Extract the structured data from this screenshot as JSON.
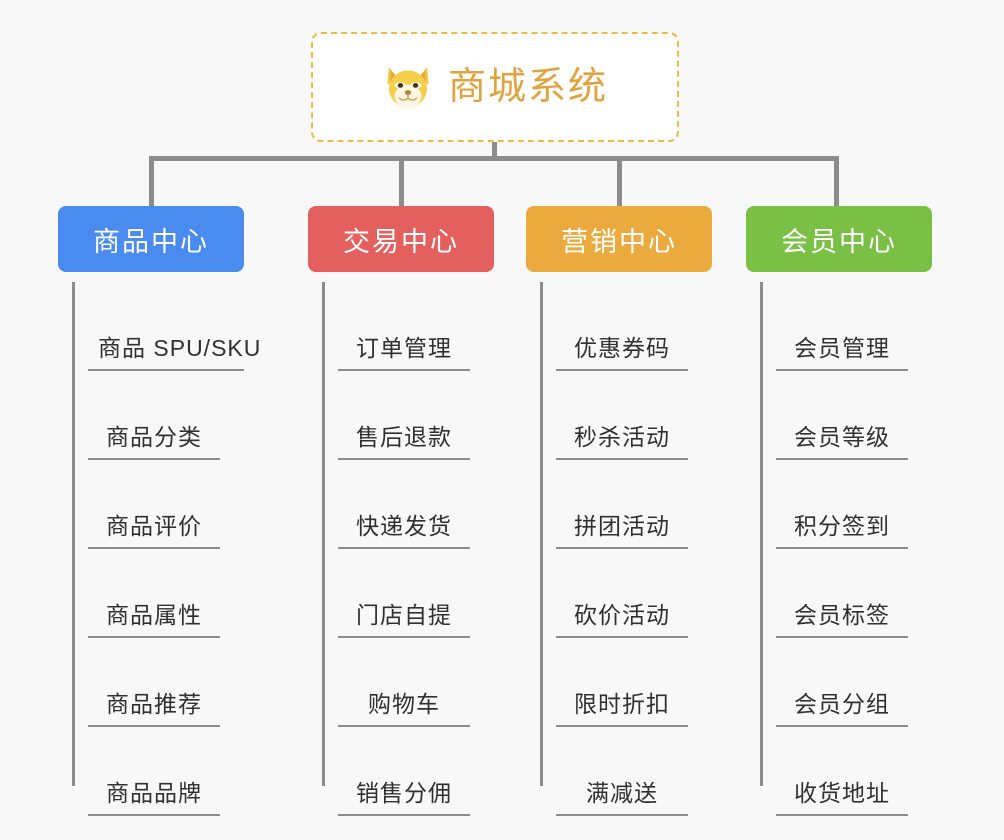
{
  "diagram": {
    "background_color": "#f8f8f8",
    "connector_color": "#8c8c8c"
  },
  "root": {
    "title": "商城系统",
    "icon": "shiba-dog-icon",
    "text_color": "#e0a33e",
    "border_color": "#f0b93f",
    "background_color": "#ffffff"
  },
  "columns": [
    {
      "header": "商品中心",
      "color": "#4a8bf0",
      "items": [
        "商品 SPU/SKU",
        "商品分类",
        "商品评价",
        "商品属性",
        "商品推荐",
        "商品品牌"
      ]
    },
    {
      "header": "交易中心",
      "color": "#e4605e",
      "items": [
        "订单管理",
        "售后退款",
        "快递发货",
        "门店自提",
        "购物车",
        "销售分佣"
      ]
    },
    {
      "header": "营销中心",
      "color": "#eaaa3e",
      "items": [
        "优惠券码",
        "秒杀活动",
        "拼团活动",
        "砍价活动",
        "限时折扣",
        "满减送"
      ]
    },
    {
      "header": "会员中心",
      "color": "#79c044",
      "items": [
        "会员管理",
        "会员等级",
        "积分签到",
        "会员标签",
        "会员分组",
        "收货地址"
      ]
    }
  ]
}
